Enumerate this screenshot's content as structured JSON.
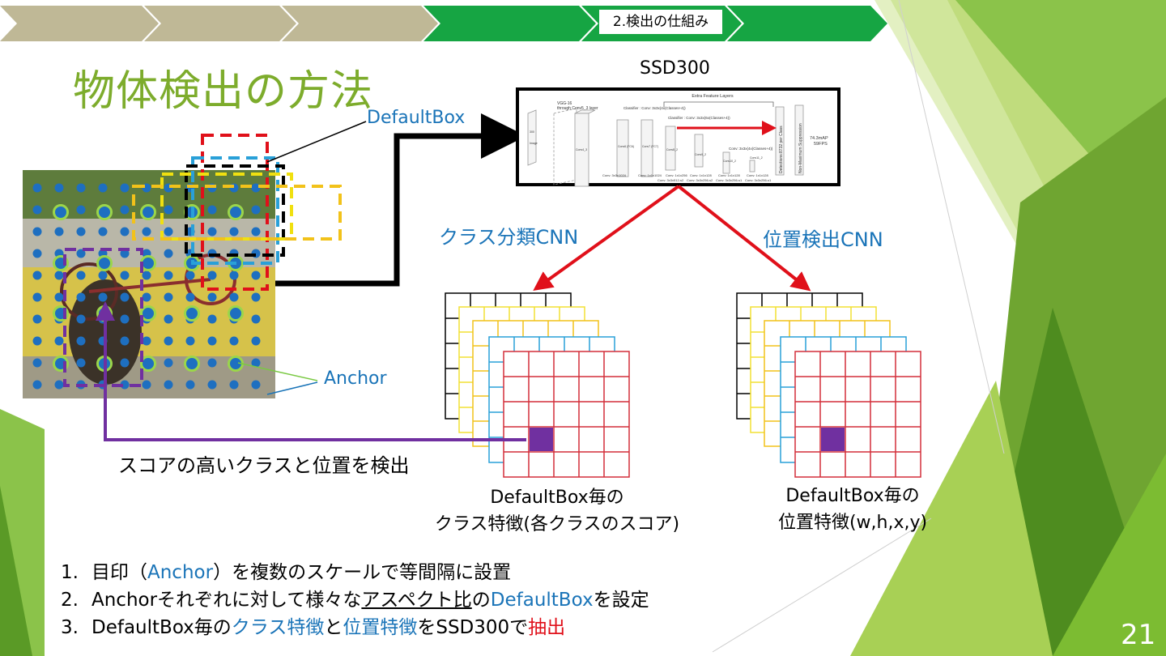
{
  "section": "2.検出の仕組み",
  "title": "物体検出の方法",
  "ssd_title": "SSD300",
  "labels": {
    "default_box": "DefaultBox",
    "anchor": "Anchor",
    "class_cnn": "クラス分類CNN",
    "position_cnn": "位置検出CNN",
    "score_note": "スコアの高いクラスと位置を検出"
  },
  "captions": {
    "class_line1": "DefaultBox毎の",
    "class_line2": "クラス特徴(各クラスのスコア)",
    "position_line1": "DefaultBox毎の",
    "position_line2": "位置特徴(w,h,x,y)"
  },
  "network": {
    "extra_layers": "Extra Feature Layers",
    "vgg": "VGG-16",
    "vgg_sub": "through Conv5_3 layer",
    "classifier1": "Classifier : Conv: 3x3x(4x(Classes+4))",
    "classifier2": "Classifier : Conv: 3x3x(6x(Classes+4))",
    "classifier3": "Conv: 3x3x(4x(Classes+4))",
    "detections": "Detections:8732 per Class",
    "nms": "Non-Maximum Suppression",
    "map": "74.3mAP",
    "fps": "59FPS",
    "image_label": "Image",
    "size_label": "300",
    "conv4": "Conv4_3",
    "conv6": "Conv6 (FC6)",
    "conv7": "Conv7 (FC7)",
    "conv8": "Conv8_2",
    "conv9": "Conv9_2",
    "conv10": "Conv10_2",
    "conv11": "Conv11_2",
    "ops1": "Conv: 3x3x1024",
    "ops2": "Conv: 1x1x1024",
    "ops3": "Conv: 1x1x256",
    "ops3b": "Conv: 3x3x512-s2",
    "ops4": "Conv: 1x1x128",
    "ops4b": "Conv: 3x3x256-s2",
    "ops5": "Conv: 1x1x128",
    "ops5b": "Conv: 3x3x256-s1",
    "ops6": "Conv: 1x1x128",
    "ops6b": "Conv: 3x3x256-s1"
  },
  "steps": [
    {
      "num": "1.",
      "a": "目印（",
      "b": "Anchor",
      "c": "）を複数のスケールで等間隔に設置"
    },
    {
      "num": "2.",
      "a": "Anchorそれぞれに対して様々な",
      "b": "アスペクト比",
      "c": "の",
      "d": "DefaultBox",
      "e": "を設定"
    },
    {
      "num": "3.",
      "a": "DefaultBox毎の",
      "b": "クラス特徴",
      "c": "と",
      "d": "位置特徴",
      "e": "をSSD300で",
      "f": "抽出"
    }
  ],
  "page_number": "21",
  "colors": {
    "title_green": "#7dac2c",
    "accent_blue": "#1a74b8",
    "arrow_red": "#e0101a",
    "score_purple": "#7030a0",
    "tab_beige": "#bfb896",
    "tab_green": "#16a543"
  },
  "feature_map_grid": {
    "rows": 5,
    "cols": 5,
    "highlight_row": 3,
    "highlight_col": 1
  }
}
